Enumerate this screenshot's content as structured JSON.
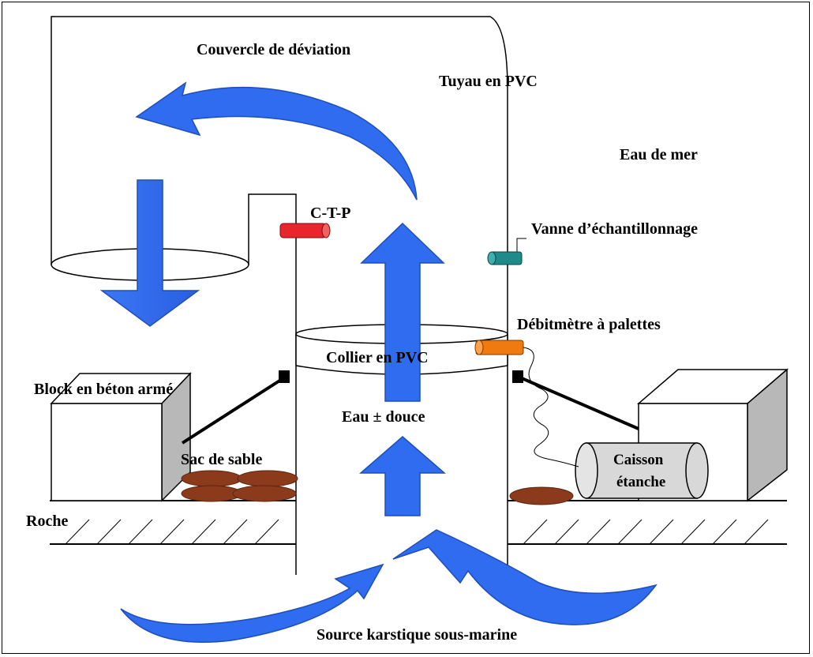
{
  "labels": {
    "deviation_cover": "Couvercle de déviation",
    "pvc_pipe": "Tuyau en PVC",
    "seawater": "Eau de mer",
    "ctp": "C-T-P",
    "sampling_valve": "Vanne d’échantillonnage",
    "paddle_flowmeter": "Débitmètre à palettes",
    "pvc_collar": "Collier en PVC",
    "concrete_block": "Block en béton armé",
    "fresh_water": "Eau ± douce",
    "sandbag": "Sac de sable",
    "sealed_box_line1": "Caisson",
    "sealed_box_line2": "étanche",
    "rock": "Roche",
    "karst_source": "Source karstique sous-marine"
  },
  "colors": {
    "arrow_blue": "#2f6cf0",
    "arrow_blue_dark": "#1f4fb8",
    "ctp_sensor": "#e8242c",
    "sampling_valve": "#1f8a8a",
    "flowmeter": "#f07a10",
    "sandbag": "#8b3a1c",
    "block_shadow": "#b8b8b8",
    "sealed_box": "#d8d8d8"
  },
  "icons": [
    "curved-arrow-icon",
    "down-arrow-icon",
    "up-arrow-icon"
  ]
}
